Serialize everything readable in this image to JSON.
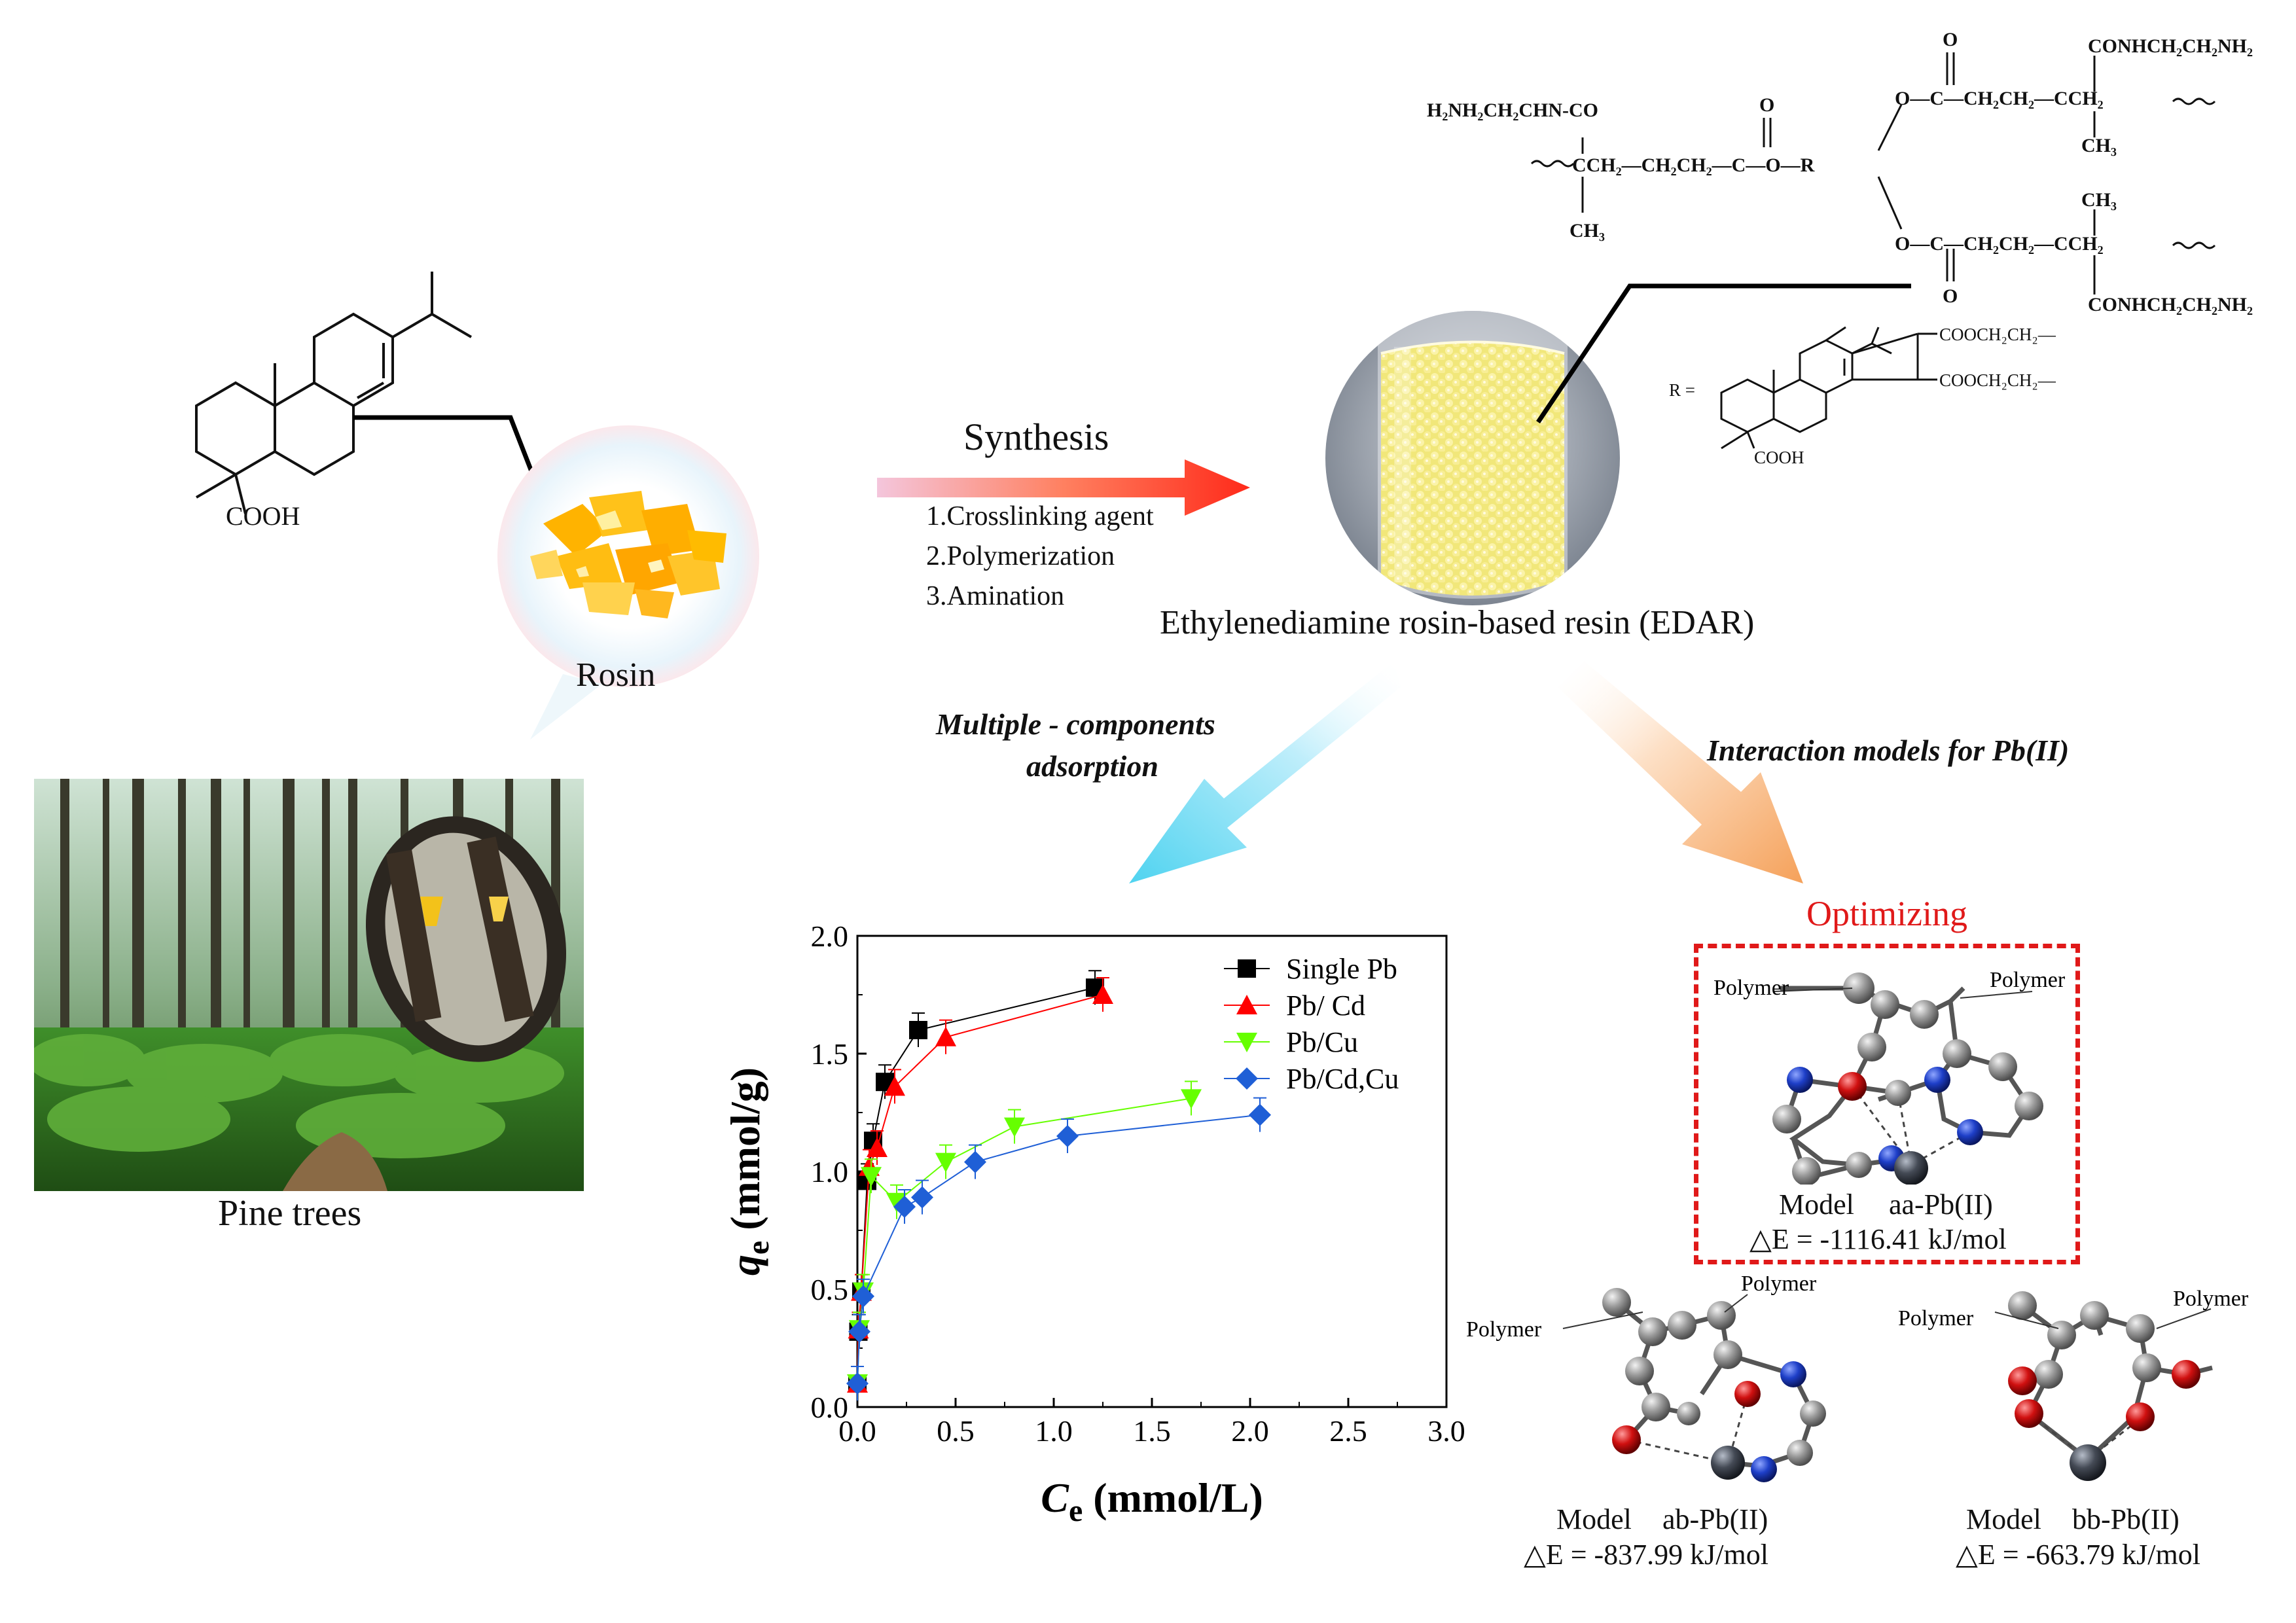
{
  "rosin": {
    "label": "Rosin",
    "cooh": "COOH"
  },
  "pine": {
    "label": "Pine trees"
  },
  "synthesis": {
    "title": "Synthesis",
    "steps": [
      "1.Crosslinking agent",
      "2.Polymerization",
      "3.Amination"
    ]
  },
  "edar": {
    "label": "Ethylenediamine rosin-based resin (EDAR)"
  },
  "polymer_formula": {
    "left_amine": "H₂NH₂CH₂CHN-CO",
    "left_chain": "CCH₂—CH₂CH₂—C—O—R",
    "left_ch3": "CH₃",
    "o_top": "O",
    "right_top_amine": "CONHCH₂CH₂NH₂",
    "right_top_chain": "O—C—CH₂CH₂—CCH₂",
    "right_top_ch3": "CH₃",
    "right_bot_ch3": "CH₃",
    "right_bot_chain": "O—C—CH₂CH₂—CCH₂",
    "right_bot_amine": "CONHCH₂CH₂NH₂",
    "r_eq": "R =",
    "r_ester_top": "COOCH₂CH₂—",
    "r_ester_bot": "COOCH₂CH₂—",
    "r_cooh": "COOH"
  },
  "branches": {
    "left": "Multiple - components adsorption",
    "left_line1": "Multiple - components",
    "left_line2": "adsorption",
    "right": "Interaction models for Pb(II)"
  },
  "chart_data": {
    "type": "scatter",
    "xlabel": "C_e (mmol/L)",
    "xlabel_main": "C",
    "xlabel_sub": "e",
    "xlabel_unit": " (mmol/L)",
    "ylabel": "q_e (mmol/g)",
    "ylabel_main": "q",
    "ylabel_sub": "e",
    "ylabel_unit": " (mmol/g)",
    "xlim": [
      0.0,
      3.0
    ],
    "ylim": [
      0.0,
      2.0
    ],
    "xticks": [
      "0.0",
      "0.5",
      "1.0",
      "1.5",
      "2.0",
      "2.5",
      "3.0"
    ],
    "yticks": [
      "0.0",
      "0.5",
      "1.0",
      "1.5",
      "2.0"
    ],
    "legend_position": "top-right",
    "grid": false,
    "series": [
      {
        "name": "Single Pb",
        "marker": "square",
        "color": "#000000",
        "x": [
          0.0,
          0.005,
          0.02,
          0.05,
          0.08,
          0.14,
          0.31,
          1.21
        ],
        "y": [
          0.1,
          0.32,
          0.49,
          0.96,
          1.13,
          1.38,
          1.6,
          1.78
        ]
      },
      {
        "name": "Pb/ Cd",
        "marker": "triangle-up",
        "color": "#ff0000",
        "x": [
          0.0,
          0.005,
          0.02,
          0.06,
          0.1,
          0.19,
          0.45,
          1.25
        ],
        "y": [
          0.1,
          0.33,
          0.49,
          1.02,
          1.1,
          1.36,
          1.57,
          1.75
        ]
      },
      {
        "name": "Pb/Cu",
        "marker": "triangle-down",
        "color": "#66ff00",
        "x": [
          0.0,
          0.01,
          0.03,
          0.07,
          0.2,
          0.45,
          0.8,
          1.7
        ],
        "y": [
          0.1,
          0.33,
          0.49,
          0.98,
          0.87,
          1.04,
          1.19,
          1.31
        ]
      },
      {
        "name": "Pb/Cd,Cu",
        "marker": "diamond",
        "color": "#1f5fd6",
        "x": [
          0.0,
          0.01,
          0.03,
          0.24,
          0.33,
          0.6,
          1.07,
          2.05
        ],
        "y": [
          0.1,
          0.32,
          0.47,
          0.85,
          0.89,
          1.04,
          1.15,
          1.24
        ]
      }
    ]
  },
  "models": {
    "optimizing": "Optimizing",
    "polymer": "Polymer",
    "aa": {
      "model": "Model",
      "name": "aa-Pb(II)",
      "energy": "△E = -1116.41 kJ/mol"
    },
    "ab": {
      "model": "Model",
      "name": "ab-Pb(II)",
      "energy": "△E = -837.99 kJ/mol"
    },
    "bb": {
      "model": "Model",
      "name": "bb-Pb(II)",
      "energy": "△E = -663.79 kJ/mol"
    }
  },
  "colors": {
    "arrow_synthesis": "#ff2a1a",
    "arrow_left": "#4fd3f0",
    "arrow_right": "#f5a15a",
    "optimizing": "#e01919",
    "rosin": "#ffb500",
    "resin": "#f2ea8c",
    "carbon": "#8c8c8c",
    "nitrogen": "#1e3fc8",
    "oxygen": "#d01010",
    "lead": "#444a55"
  }
}
